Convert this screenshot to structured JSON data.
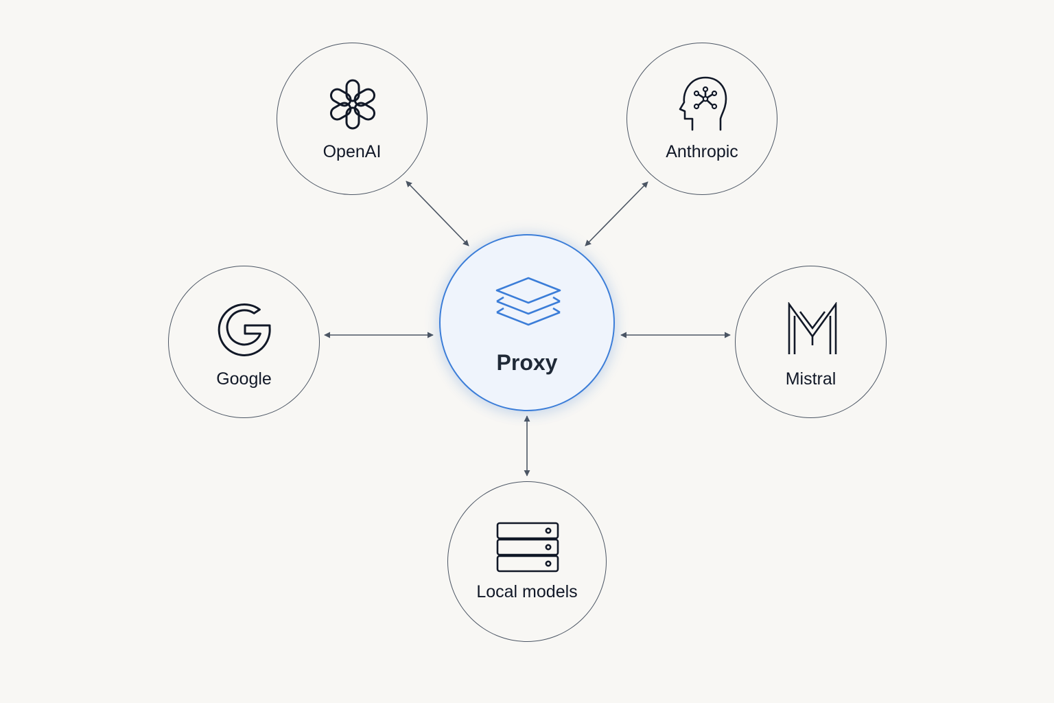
{
  "hub": {
    "label": "Proxy",
    "icon": "stacked-layers-icon"
  },
  "providers": [
    {
      "key": "openai",
      "label": "OpenAI",
      "icon": "openai-knot-icon"
    },
    {
      "key": "anthropic",
      "label": "Anthropic",
      "icon": "head-network-icon"
    },
    {
      "key": "google",
      "label": "Google",
      "icon": "google-g-icon"
    },
    {
      "key": "mistral",
      "label": "Mistral",
      "icon": "mistral-m-icon"
    },
    {
      "key": "local",
      "label": "Local models",
      "icon": "server-stack-icon"
    }
  ],
  "colors": {
    "background": "#f8f7f4",
    "node_border": "#4b5563",
    "hub_border": "#3b7dd8",
    "hub_fill": "#eff4fc",
    "text": "#111827",
    "arrow": "#4b5563"
  }
}
